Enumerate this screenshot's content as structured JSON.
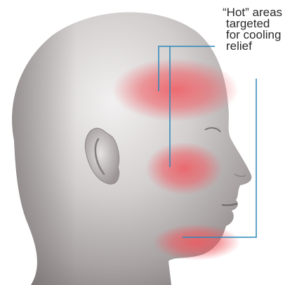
{
  "callout": {
    "lines": [
      "“Hot” areas",
      "targeted",
      "for cooling",
      "relief"
    ]
  },
  "colors": {
    "leader_line": "#2a87b8",
    "hot_area": "#f0585f",
    "skin_light": "#e9e7e7",
    "skin_mid": "#bdb9b9",
    "skin_shadow": "#8e8888",
    "text": "#2a2a2a"
  },
  "hot_areas": [
    "temple",
    "cheek",
    "jaw"
  ]
}
